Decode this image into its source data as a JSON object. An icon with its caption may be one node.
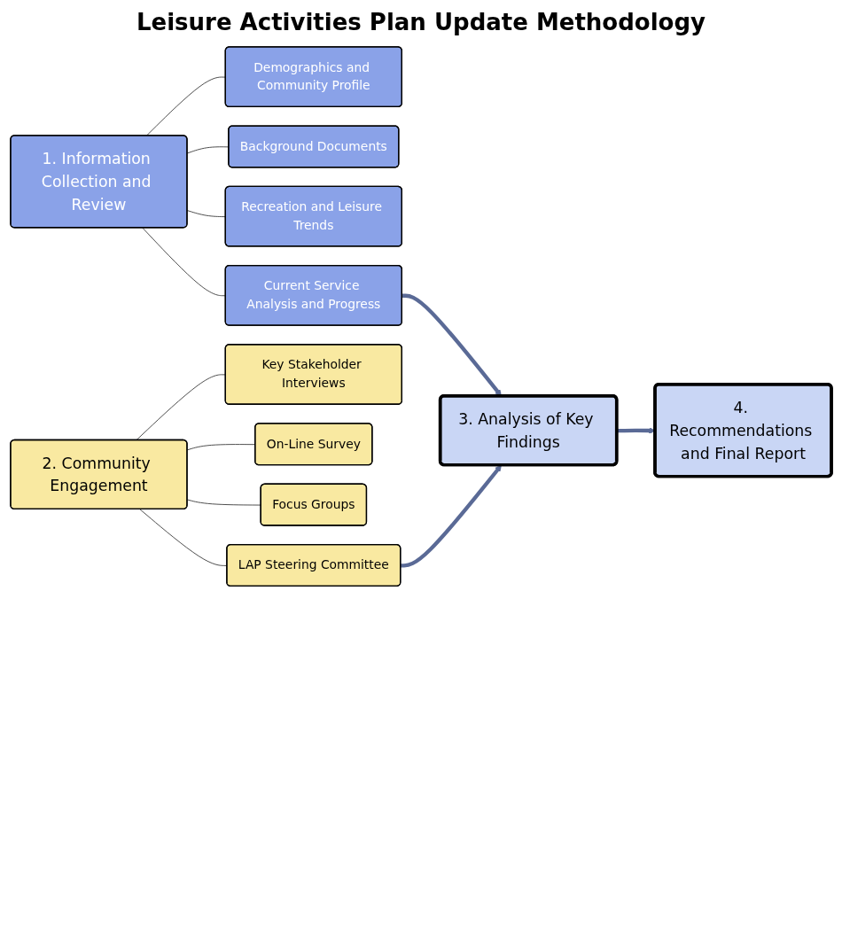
{
  "diagram": {
    "title": "Leisure Activities Plan Update Methodology",
    "nodes": [
      {
        "text": [
          "1. Information Collection and Review"
        ]
      },
      {
        "text": [
          "Demographics and Community Profile"
        ]
      },
      {
        "text": [
          "Background Documents"
        ]
      },
      {
        "text": [
          "Recreation and Leisure Trends"
        ]
      },
      {
        "text": [
          "Current Service Analysis and Progress"
        ]
      },
      {
        "text": [
          "2. Community Engagement"
        ]
      },
      {
        "text": [
          "Key Stakeholder Interviews"
        ]
      },
      {
        "text": [
          "On-Line Survey"
        ]
      },
      {
        "text": [
          "Focus Groups"
        ]
      },
      {
        "text": [
          "LAP Steering Committee"
        ]
      },
      {
        "text": [
          "3. Analysis of Key Findings"
        ]
      },
      {
        "text": [
          "4. Recommendations and Final Report"
        ]
      }
    ],
    "edges": [
      {
        "from": 0,
        "to": 1,
        "arrow": "none"
      },
      {
        "from": 0,
        "to": 2,
        "arrow": "none"
      },
      {
        "from": 0,
        "to": 3,
        "arrow": "none"
      },
      {
        "from": 0,
        "to": 4,
        "arrow": "none"
      },
      {
        "from": 5,
        "to": 6,
        "arrow": "none"
      },
      {
        "from": 5,
        "to": 7,
        "arrow": "none"
      },
      {
        "from": 5,
        "to": 8,
        "arrow": "none"
      },
      {
        "from": 5,
        "to": 9,
        "arrow": "none"
      },
      {
        "from": 4,
        "to": 10,
        "arrow": "to",
        "style": "thick",
        "color": "#5a6a96"
      },
      {
        "from": 9,
        "to": 10,
        "arrow": "to",
        "style": "thick",
        "color": "#5a6a96"
      },
      {
        "from": 10,
        "to": 11,
        "arrow": "to",
        "style": "thick",
        "color": "#5a6a96"
      }
    ]
  }
}
